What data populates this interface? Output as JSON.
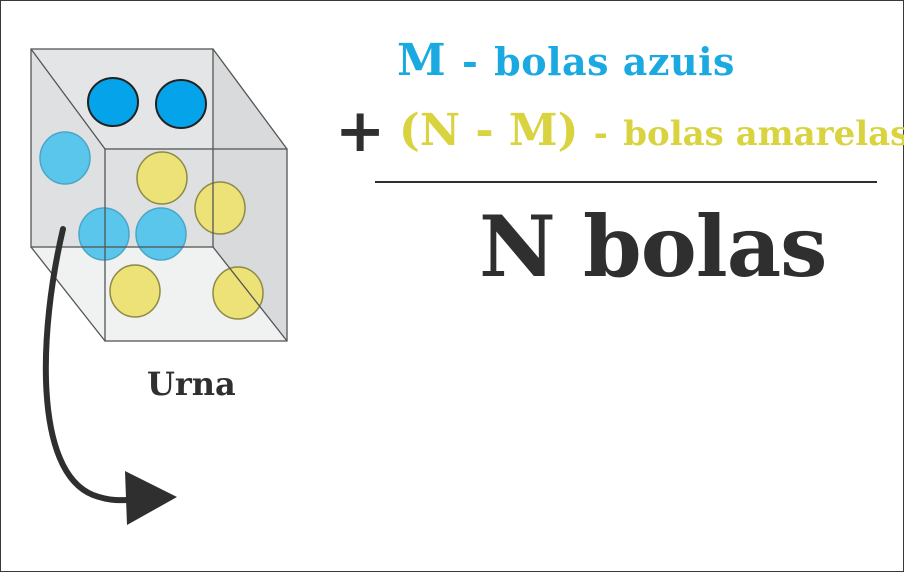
{
  "blue_line": {
    "count": "M",
    "separator": "-",
    "text": "bolas azuis"
  },
  "plus_symbol": "+",
  "yellow_line": {
    "count": "(N - M)",
    "separator": "-",
    "text": "bolas amarelas"
  },
  "total_label": "N bolas",
  "urn_label": "Urna",
  "colors": {
    "blue_dark": "#05a3ea",
    "blue_light": "#5bc6ec",
    "yellow": "#ece278",
    "blue_text": "#1aa9e1",
    "yellow_text": "#d9d33f",
    "ink": "#2f2f2f"
  },
  "urn_contents": {
    "blue_balls": 5,
    "yellow_balls": 4
  }
}
